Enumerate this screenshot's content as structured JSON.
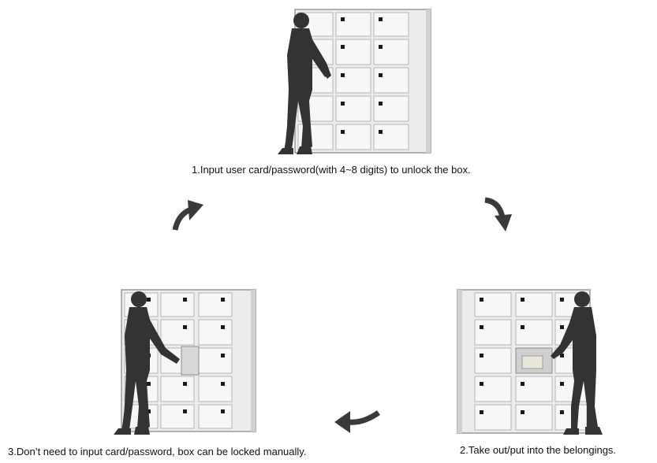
{
  "steps": [
    {
      "caption": "1.Input user card/password(with 4~8 digits) to unlock the box."
    },
    {
      "caption": "2.Take out/put into the belongings."
    },
    {
      "caption": "3.Don’t need to input card/password, box can be locked manually."
    }
  ],
  "colors": {
    "silhouette": "#333333",
    "cabinet": "#ececec",
    "cabinet_edge": "#9a9a9a",
    "lock": "#1a1a1a",
    "arrow": "#3a3a3a"
  },
  "icons": [
    "person-silhouette-icon",
    "locker-cabinet-icon",
    "curved-arrow-icon"
  ]
}
